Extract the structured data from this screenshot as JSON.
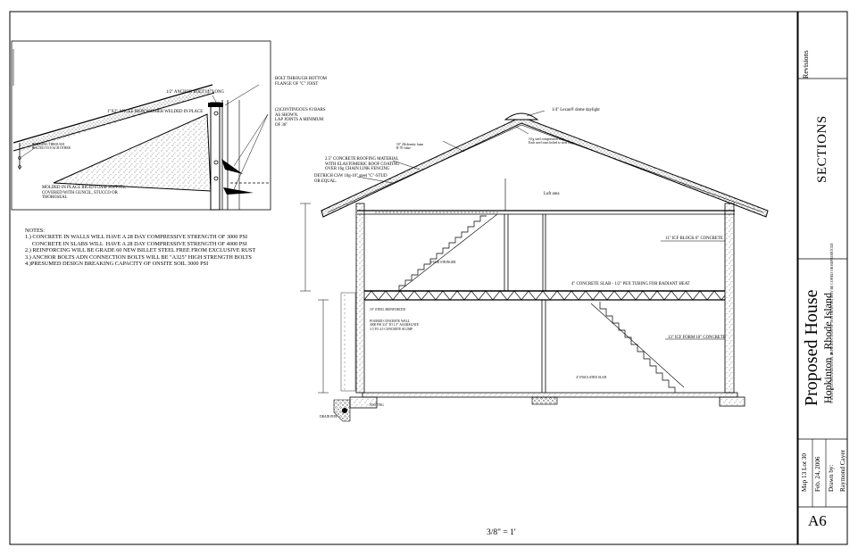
{
  "title_block": {
    "revisions_label": "Revisions",
    "sheet_title": "SECTIONS",
    "project_title": "Proposed House",
    "project_location": "Hopkinton , Rhode Island",
    "copyright": "© KATHY/J.E.ORGANIZATION, REPRODUCTION OF THIS DRAWING MAY BE COPIED OR REPRODUCED",
    "map_lot": "Map 13 Lot 30",
    "date": "Feb. 24, 2006",
    "drawn_by_label": "Drawn by:",
    "drawn_by_name": "Raymond Cayer",
    "sheet_number": "A6"
  },
  "scale": "3/8\" = 1'",
  "notes": {
    "heading": "NOTES:",
    "lines": [
      "1.) CONCRETE IN WALLS WILL HAVE A 28 DAY COMPRESSIVE STRENGTH OF 3000 PSI",
      "     CONCRETE IN SLABS WILL  HAVE A 28 DAY COMPRESSIVE STRENGTH OF 4000 PSI",
      "2.) REINFORCING WILL BE GRADE 60 NEW BILLET STEEL FREE FROM EXCLUSIVE RUST",
      "3.) ANCHOR BOLTS ADN CONNECTION BOLTS WILL BE \"A325\" HIGH STRENGTH BOLTS",
      "4.)PRESUMED DESIGN BREAKING CAPACITY OF ONSITE SOIL 3000 PSI"
    ]
  },
  "detail": {
    "bolt_bottom_flange": "BOLT THROUGH BOTTOM",
    "bolt_bottom_flange_2": "FLANGE OF \"C\" JOIST",
    "anchor_bolt": "1/2\" ANCHOR BOLT 14\" LONG",
    "angle_iron": "1\"X2\" ANGLE IRON WASHER WELDED IN PLACE",
    "continuous_bars": "(2)CONTINUOUS #3 BARS",
    "continuous_bars_2": "AS SHOWN.",
    "continuous_bars_3": "LAP JOINTS A MINIMUM",
    "continuous_bars_4": "OF 36\"",
    "bridging": "BRIDGING THROUGH",
    "bridging_2": "BOLTED TO EACH OTHER",
    "molded_soffit": "MOLDED IN PLACE RIGID FOAM SOFFITS,",
    "molded_soffit_2": "COVERED WITH GUNCIL, STUCCO OR",
    "molded_soffit_3": "THOROSEAL"
  },
  "section": {
    "daylight": "1/4\" Lexan® dome daylight",
    "steel_truss": "10 g steel compression ring",
    "steel_truss_2": "Each steel truss bolted to steel ring",
    "foam": "10\" 2lb density foam",
    "foam_2": "R-70 value",
    "roofing": "2.5\" CONCRETE ROOFING MATERIAL",
    "roofing_2": "WITH ELASTOMERIC ROOF COATING",
    "roofing_3": "OVER 16g CHAIN LINK FENCING",
    "mesh": "DETRICH CSW 10g-10\" steel \"C\"-STUD",
    "mesh_2": "OR EQUAL.",
    "loft": "Loft area",
    "icf_upper": "11\" ICF BLOCK 6\" CONCRETE",
    "slab": "4\" CONCRETE SLAB - 1/2\" PEX TUBING FOR RADIANT HEAT",
    "icf_lower": "13\" ICF FORM 10\" CONCRETE",
    "stair_upper": "STAIR STRINGER",
    "steel_reinforced": "10\" STEEL REINFORCED",
    "poured_wall": "POURED CONCRETE WALL",
    "poured_wall_2": "3000 PSI 3/4\" TO 1.5\" AGGREGATE",
    "poured_wall_3": "3.5 TO 4.5 CONCRETE SLUMP",
    "insulated_slab": "4\" INSULATED SLAB",
    "footing": "FOOTING",
    "drain": "DRAIN PIPE"
  }
}
